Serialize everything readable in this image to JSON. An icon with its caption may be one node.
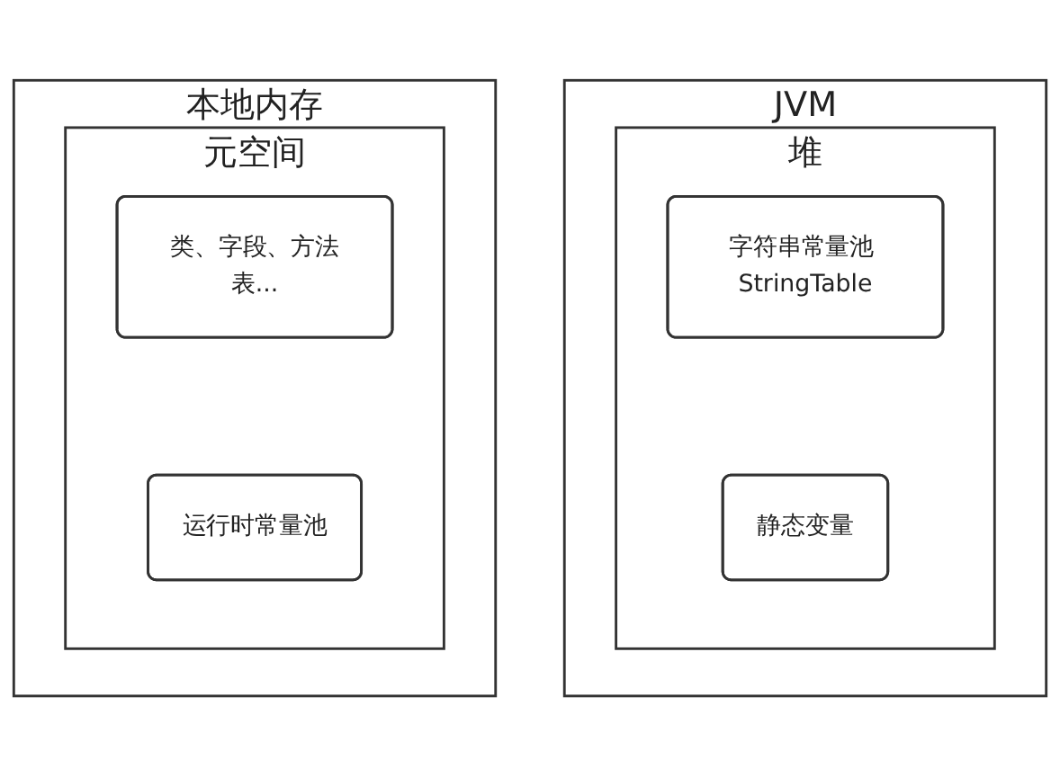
{
  "diagram": {
    "nodes": [
      {
        "text": [
          "本地内存"
        ]
      },
      {
        "text": [
          "元空间"
        ],
        "in": 0
      },
      {
        "text": [
          "类、字段、方法表..."
        ],
        "in": 1
      },
      {
        "text": [
          "运行时常量池"
        ],
        "in": 1
      },
      {
        "text": [
          "JVM"
        ]
      },
      {
        "text": [
          "堆"
        ],
        "in": 4
      },
      {
        "text": [
          "字符串常量池 StringTable"
        ],
        "in": 5
      },
      {
        "text": [
          "静态变量"
        ],
        "in": 5
      }
    ]
  }
}
